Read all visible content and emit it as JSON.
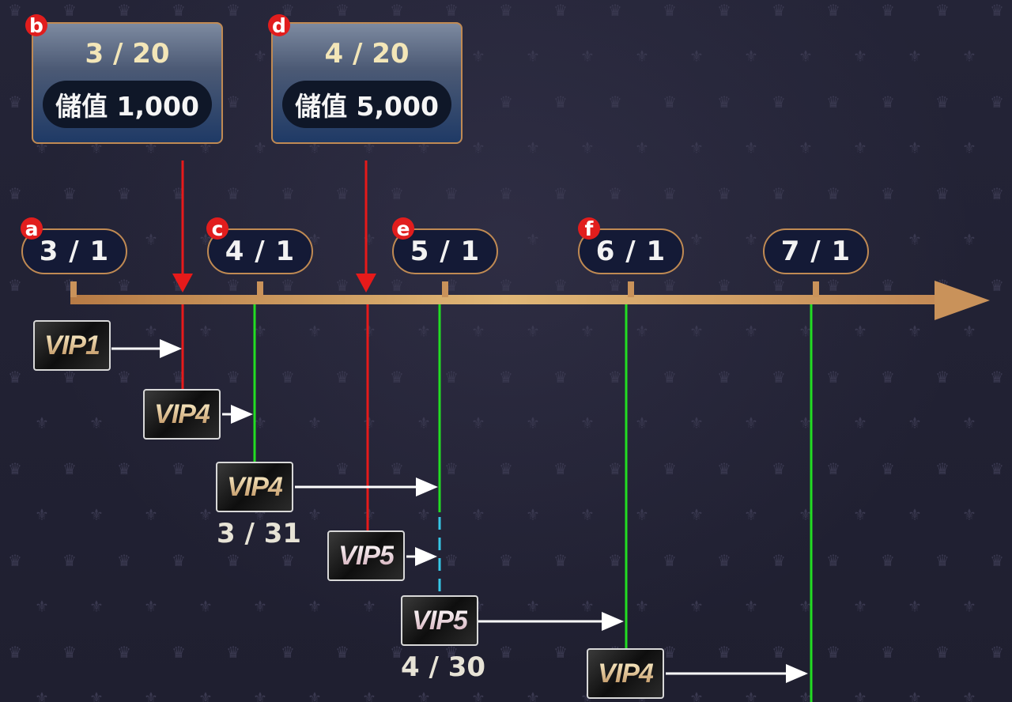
{
  "axis_dates": [
    "3 / 1",
    "4 / 1",
    "5 / 1",
    "6 / 1",
    "7 / 1"
  ],
  "badges": {
    "a": "a",
    "b": "b",
    "c": "c",
    "d": "d",
    "e": "e",
    "f": "f"
  },
  "deposits": [
    {
      "date": "3 / 20",
      "label": "儲值 1,000"
    },
    {
      "date": "4 / 20",
      "label": "儲值 5,000"
    }
  ],
  "vip_cards": [
    {
      "text": "VIP1"
    },
    {
      "text": "VIP4"
    },
    {
      "text": "VIP4"
    },
    {
      "text": "VIP5"
    },
    {
      "text": "VIP5"
    },
    {
      "text": "VIP4"
    }
  ],
  "date_labels": [
    "3 / 31",
    "4 / 30"
  ],
  "colors": {
    "axis": "#c9925a",
    "deposit_line": "#e61a1a",
    "period_line": "#22dd22",
    "dashed_line": "#36c7e6",
    "arrow": "#ffffff"
  }
}
